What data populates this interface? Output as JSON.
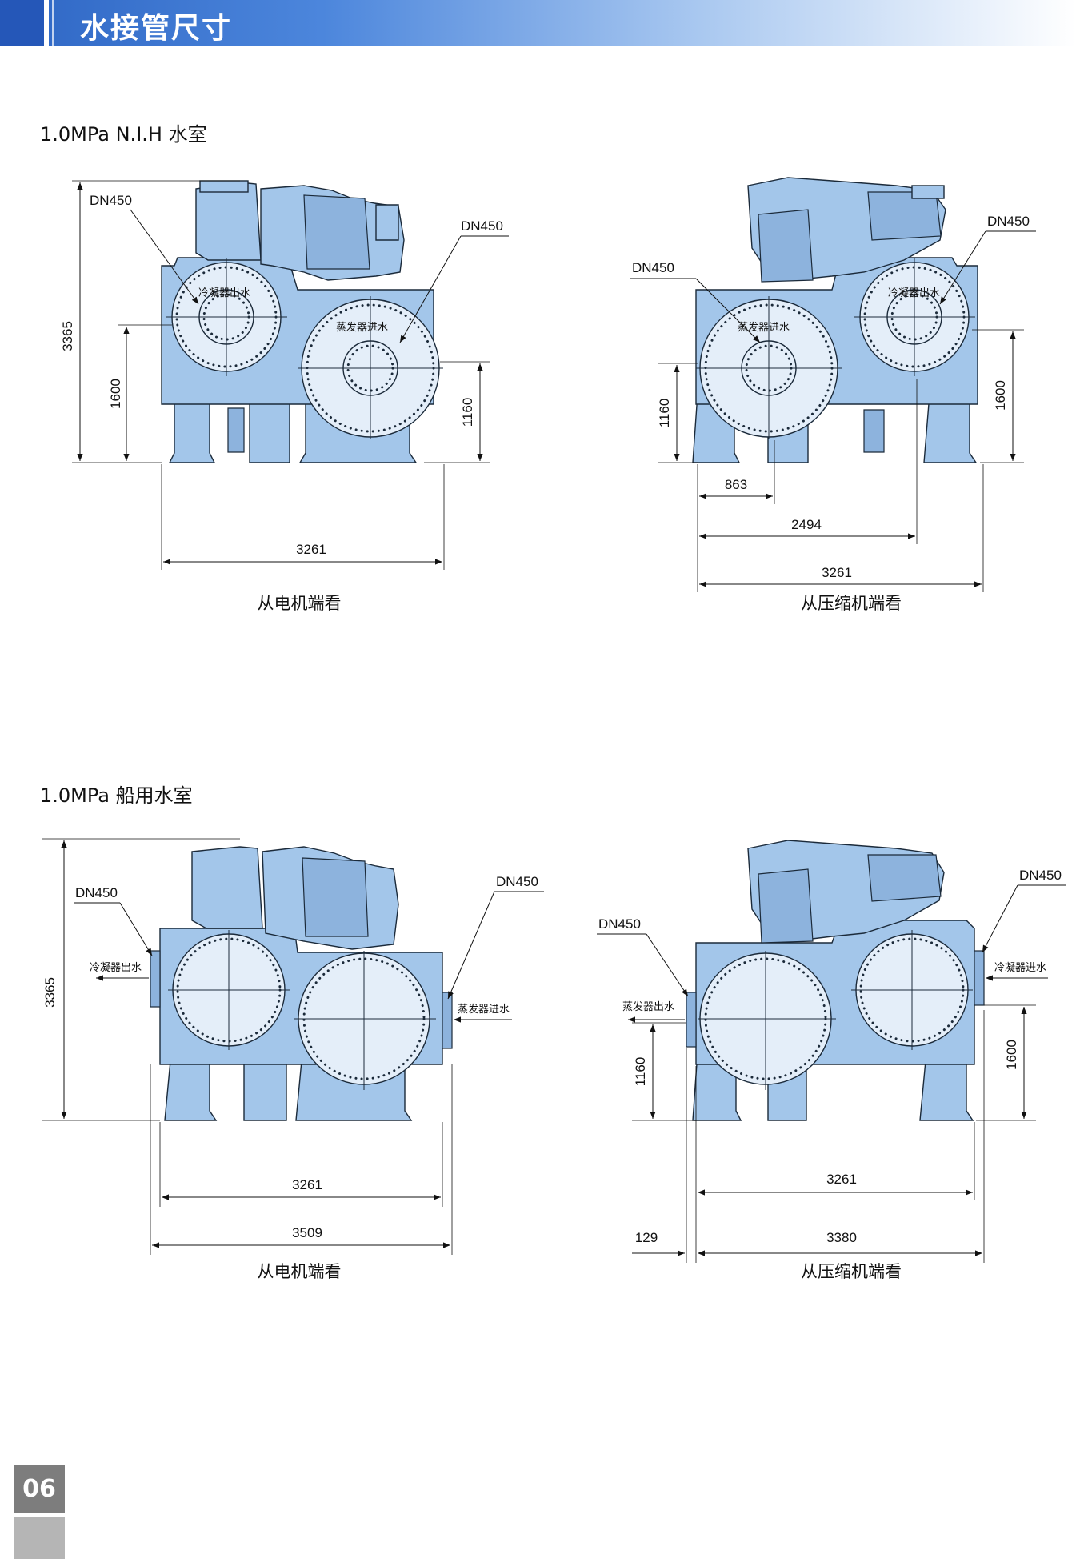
{
  "header": {
    "title": "水接管尺寸"
  },
  "sections": [
    {
      "title": "1.0MPa N.I.H 水室",
      "views": [
        {
          "caption": "从电机端看",
          "labels": {
            "pipe_a": "DN450",
            "pipe_b": "DN450",
            "cond_out": "冷凝器出水",
            "evap_in": "蒸发器进水"
          },
          "dims": {
            "height_total": "3365",
            "height_cond": "1600",
            "height_evap": "1160",
            "width": "3261"
          }
        },
        {
          "caption": "从压缩机端看",
          "labels": {
            "pipe_a": "DN450",
            "pipe_b": "DN450",
            "cond_out": "冷凝器出水",
            "evap_in": "蒸发器进水"
          },
          "dims": {
            "height_evap": "1160",
            "height_cond": "1600",
            "offset_a": "863",
            "offset_b": "2494",
            "width": "3261"
          }
        }
      ]
    },
    {
      "title": "1.0MPa 船用水室",
      "views": [
        {
          "caption": "从电机端看",
          "labels": {
            "pipe_a": "DN450",
            "pipe_b": "DN450",
            "cond_out": "冷凝器出水",
            "evap_in": "蒸发器进水"
          },
          "dims": {
            "height_total": "3365",
            "width_inner": "3261",
            "width_outer": "3509"
          }
        },
        {
          "caption": "从压缩机端看",
          "labels": {
            "pipe_a": "DN450",
            "pipe_b": "DN450",
            "evap_out": "蒸发器出水",
            "cond_in": "冷凝器进水"
          },
          "dims": {
            "height_evap": "1160",
            "height_cond": "1600",
            "width_inner": "3261",
            "offset_left": "129",
            "width_outer": "3380"
          }
        }
      ]
    }
  ],
  "page_number": "06",
  "colors": {
    "machine_fill": "#a3c6ea",
    "machine_stroke": "#1b2a3a",
    "vessel_fill": "#e4eef9",
    "header_blue": "#2e66c4"
  }
}
